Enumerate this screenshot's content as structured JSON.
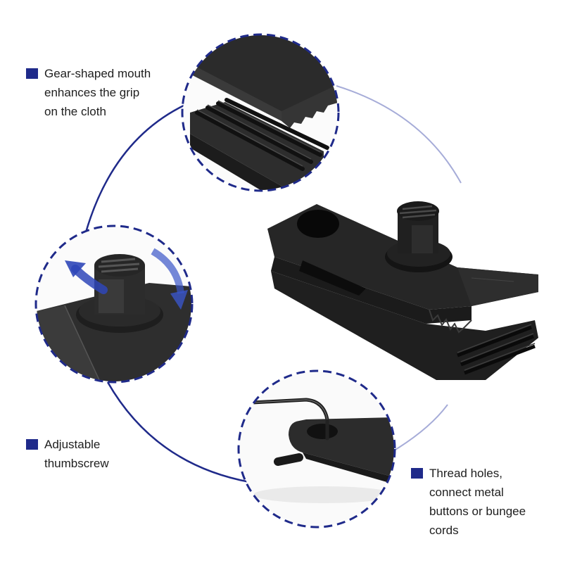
{
  "infographic": {
    "subject": "Tarp clip with gear-shaped jaws",
    "accent_color": "#1f2a8a",
    "callouts": [
      {
        "id": "grip",
        "lines": [
          "Gear-shaped mouth",
          "enhances the grip",
          "on the cloth"
        ]
      },
      {
        "id": "thumbscrew",
        "lines": [
          "Adjustable",
          "thumbscrew"
        ]
      },
      {
        "id": "holes",
        "lines": [
          "Thread holes,",
          "connect metal",
          "buttons or bungee",
          "cords"
        ]
      }
    ],
    "detail_views": [
      {
        "id": "jaw-teeth-detail",
        "depicts": "gear-shaped jaw teeth close-up"
      },
      {
        "id": "thumbscrew-detail",
        "depicts": "thumbscrew with rotation arrows"
      },
      {
        "id": "thread-hole-detail",
        "depicts": "bungee hook through thread hole"
      }
    ],
    "main_image": {
      "id": "clip-product",
      "depicts": "black plastic tarp clip"
    }
  }
}
